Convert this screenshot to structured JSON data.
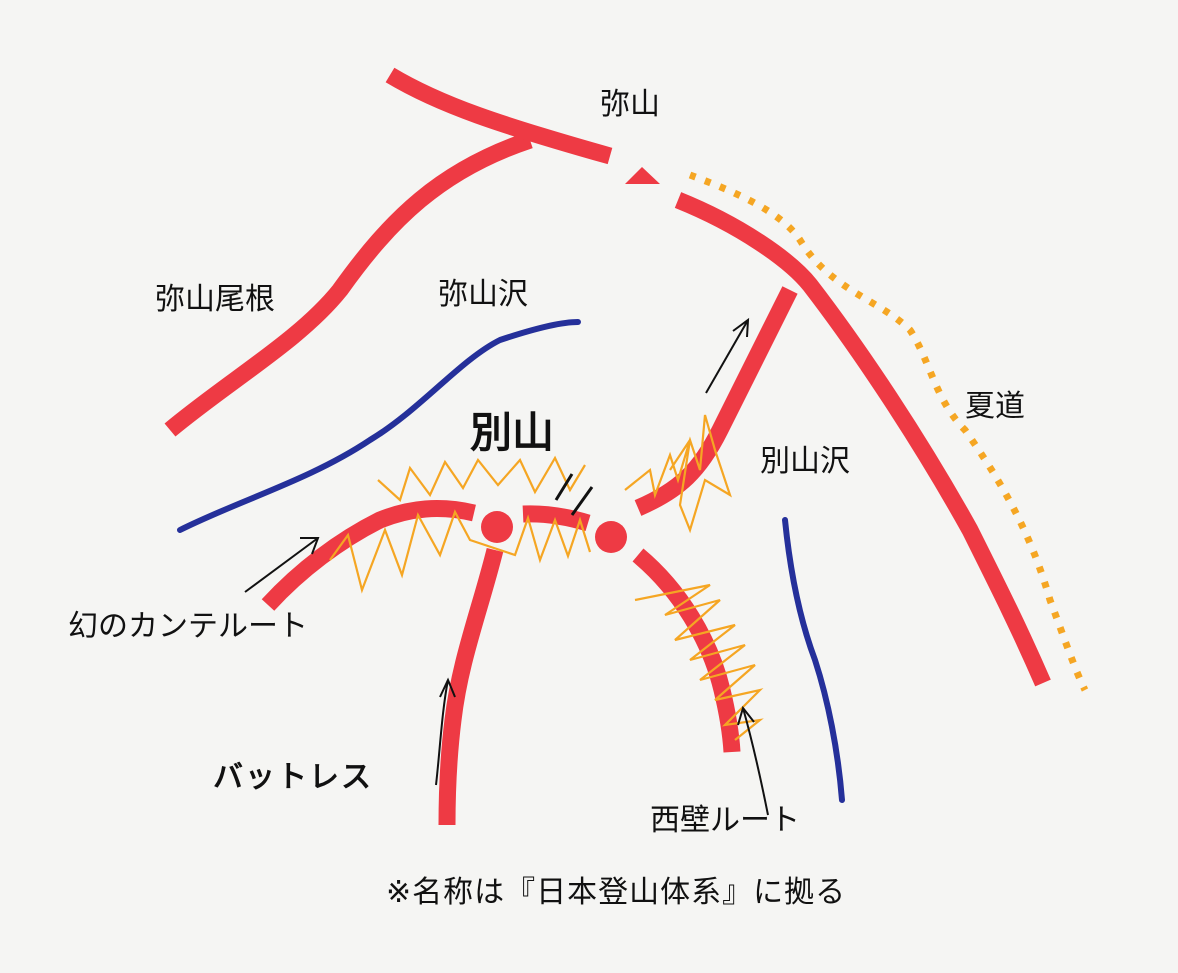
{
  "labels": {
    "misen": "弥山",
    "misen_ridge": "弥山尾根",
    "misen_valley": "弥山沢",
    "bessan": "別山",
    "natsumichi": "夏道",
    "bessan_valley": "別山沢",
    "phantom_route": "幻のカンテルート",
    "buttress": "バットレス",
    "west_wall_route": "西壁ルート",
    "note": "※名称は『日本登山体系』に拠る"
  },
  "colors": {
    "route": "#ee3a44",
    "stream": "#25309a",
    "summer_trail": "#f5a623",
    "rock": "#f5a623",
    "ink": "#111111"
  }
}
